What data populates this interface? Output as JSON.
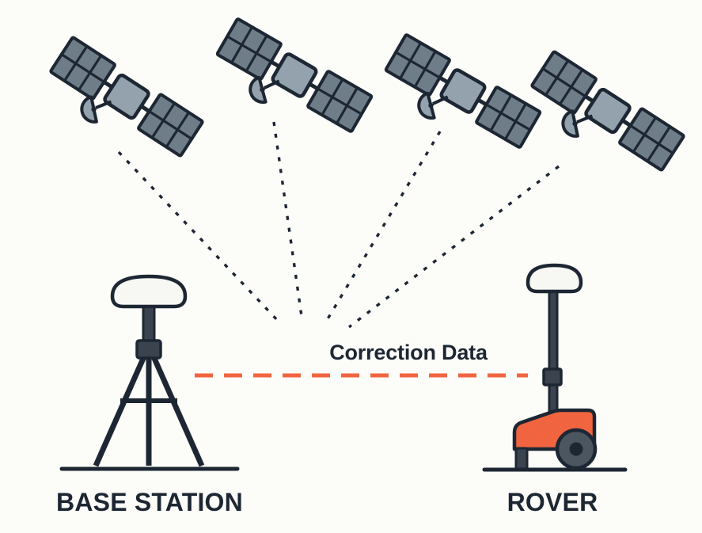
{
  "title": "GNSS RTK correction diagram with base station and rover",
  "labels": {
    "correction_data": "Correction Data",
    "base_station": "BASE STATION",
    "rover": "ROVER"
  },
  "colors": {
    "background": "#fcfcf9",
    "ink": "#1d2733",
    "satellite-body": "#94a2ae",
    "satellite-panel": "#6f7d89",
    "dome": "#f7f7f3",
    "metal": "#3a434e",
    "wheel": "#4c5661",
    "accent": "#f0653f"
  },
  "diagram": {
    "satellite_count": 4,
    "satellite_signal_style": "black dashed lines converging between base station and rover",
    "correction_link_style": "orange dashed horizontal line from base station to rover"
  }
}
